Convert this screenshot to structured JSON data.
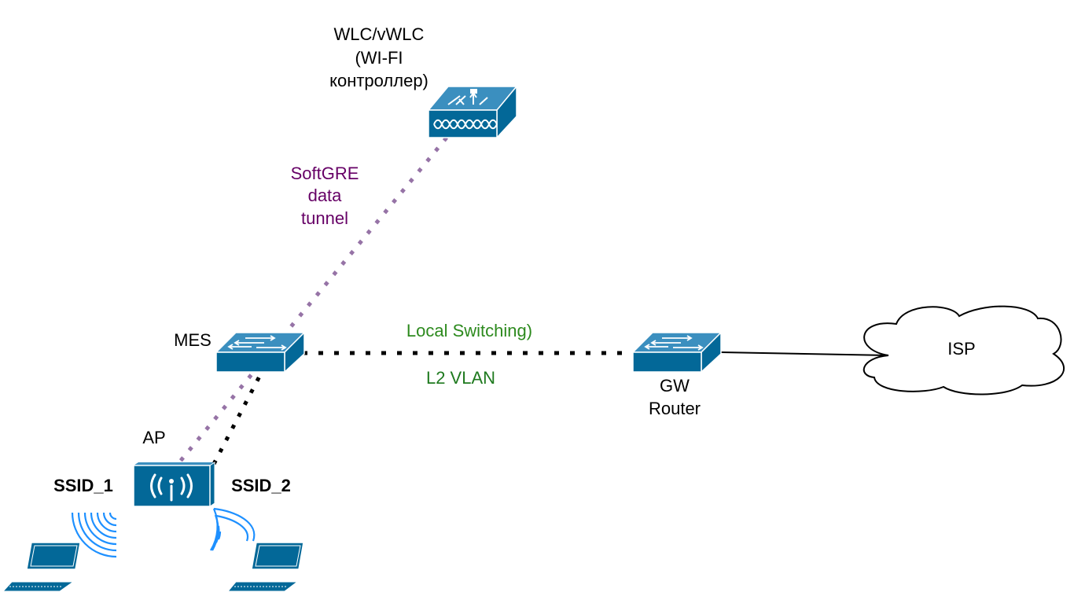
{
  "controller": {
    "line1": "WLC/vWLC",
    "line2": "(WI-FI",
    "line3": "контроллер)"
  },
  "tunnel": {
    "line1": "SoftGRE",
    "line2": "data",
    "line3": "tunnel"
  },
  "mes_label": "MES",
  "local_switching_label": "Local Switching)",
  "l2_vlan_label": "L2 VLAN",
  "gw_router": {
    "line1": "GW",
    "line2": "Router"
  },
  "isp_label": "ISP",
  "ap_label": "AP",
  "ssid1_label": "SSID_1",
  "ssid2_label": "SSID_2",
  "colors": {
    "device_blue": "#036898",
    "device_light": "#3b8fbf",
    "tunnel_purple": "#9673a6",
    "wifi_blue": "#1e90ff"
  },
  "icons": [
    "wlc-controller-icon",
    "switch-icon",
    "router-icon",
    "cloud-icon",
    "access-point-icon",
    "laptop-icon",
    "wifi-signal-icon"
  ]
}
